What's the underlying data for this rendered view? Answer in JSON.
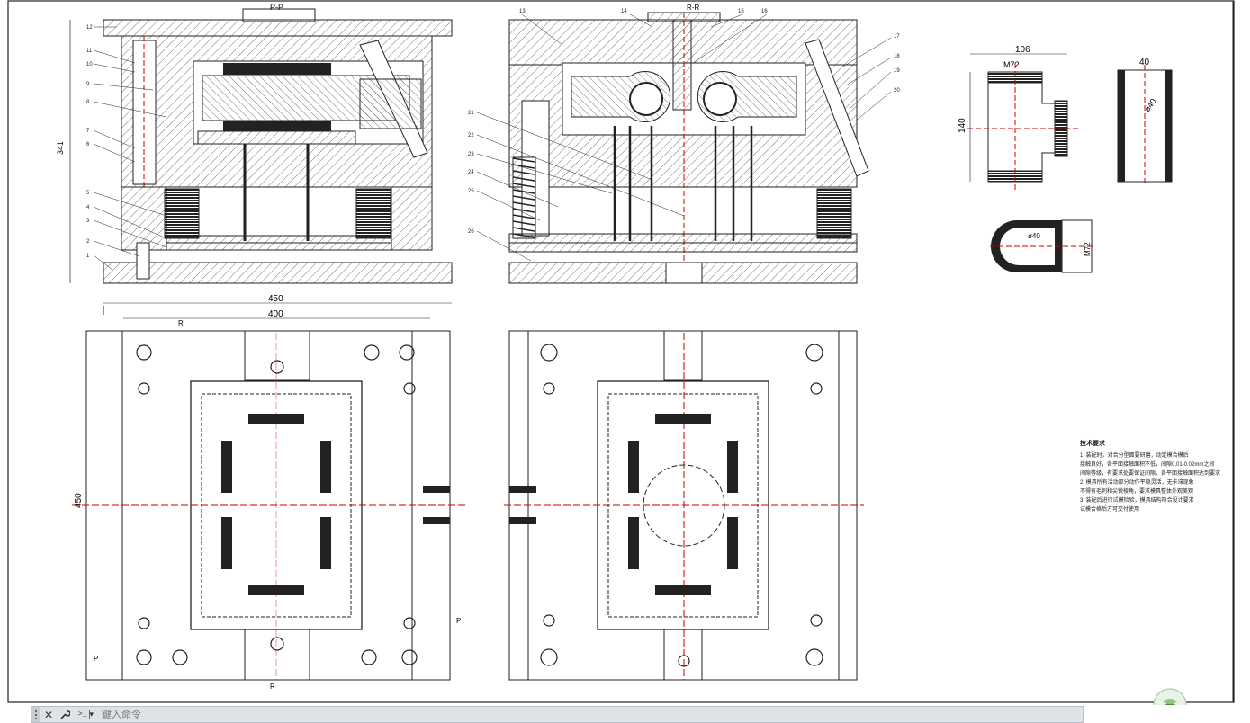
{
  "drawing": {
    "section_labels": {
      "left": "P-P",
      "right": "R-R"
    },
    "part_numbers_left": [
      "12",
      "11",
      "10",
      "9",
      "8",
      "7",
      "6",
      "5",
      "4",
      "3",
      "2",
      "1"
    ],
    "part_numbers_right": [
      "13",
      "14",
      "15",
      "16",
      "17",
      "18",
      "19",
      "20",
      "21",
      "22",
      "23",
      "24",
      "25",
      "26"
    ],
    "dims": {
      "overall_height": "341",
      "top_width": "450",
      "inner_width": "400",
      "side_height": "450",
      "product_width": "106",
      "product_thread": "M72",
      "product_height": "140",
      "end_width": "40",
      "end_dia": "ø40",
      "bottom_dia": "ø40",
      "bottom_thread": "M72"
    },
    "plan_markers": {
      "r_top": "R",
      "r_bottom": "R",
      "p_left": "P",
      "p_right": "P"
    },
    "tech_req": {
      "title": "技术要求",
      "lines": [
        "1. 装配时，对合分型面要研磨，动定模合模后",
        "   接触良好，各平面接触面积不低，间隙0.01-0.02mm之间",
        "   间隙等级，有要求处要保证间隙，各平面接触面积达到要求",
        "2. 模具所有活动部分动作平稳灵活，无卡滞现象",
        "   不得有毛刺和尖锐棱角，要求模具整体外观美观",
        "3. 装配后进行试模检验，模具结构符合设计要求",
        "   试模合格后方可交付使用"
      ]
    }
  },
  "command_bar": {
    "close_icon": "✕",
    "wrench_icon": "🔧",
    "prompt_icon": "prompt-icon",
    "placeholder": "鍵入命令"
  }
}
